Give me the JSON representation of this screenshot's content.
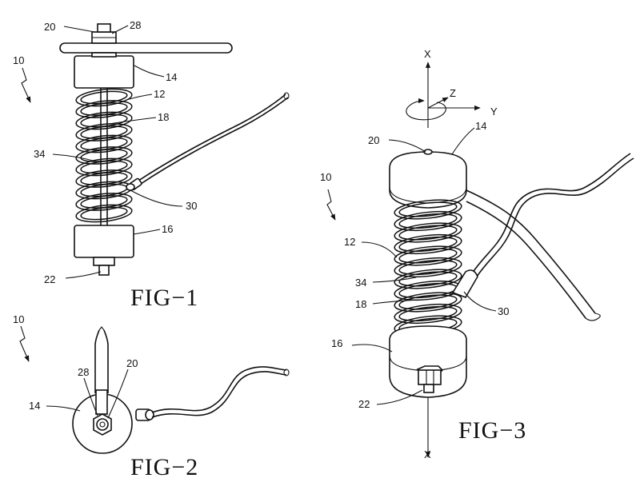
{
  "figures": {
    "fig1": {
      "title": "FIG−1",
      "labels": {
        "r20": "20",
        "r28": "28",
        "r10": "10",
        "r14": "14",
        "r12": "12",
        "r18": "18",
        "r34": "34",
        "r30": "30",
        "r16": "16",
        "r22": "22"
      }
    },
    "fig2": {
      "title": "FIG−2",
      "labels": {
        "r10": "10",
        "r28": "28",
        "r20": "20",
        "r14": "14"
      }
    },
    "fig3": {
      "title": "FIG−3",
      "labels": {
        "x_top": "X",
        "z": "Z",
        "y": "Y",
        "r20": "20",
        "r14": "14",
        "r10": "10",
        "r12": "12",
        "r34": "34",
        "r18": "18",
        "r30": "30",
        "r16": "16",
        "r22": "22",
        "x_bottom": "X"
      }
    }
  }
}
